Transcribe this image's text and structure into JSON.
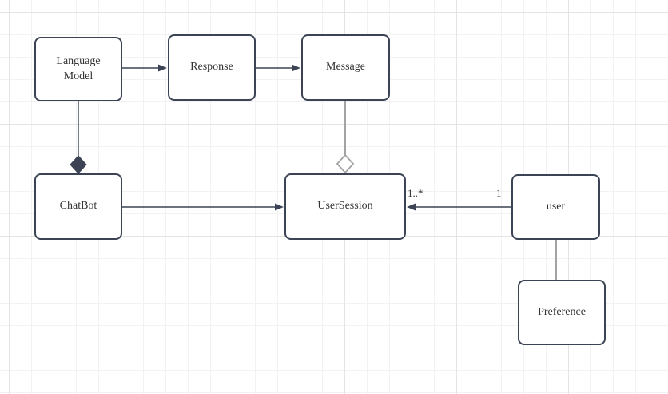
{
  "canvas": {
    "colors": {
      "background": "#ffffff",
      "grid_minor": "#f2f2f2",
      "grid_major": "#e4e4e4",
      "stroke_dark": "#3b4354",
      "stroke_gray": "#a3a3a3",
      "node_fill": "#ffffff",
      "text": "#333333"
    }
  },
  "diagram": {
    "type": "uml-class-diagram",
    "nodes": [
      {
        "label": "Language Model"
      },
      {
        "label": "Response"
      },
      {
        "label": "Message"
      },
      {
        "label": "ChatBot"
      },
      {
        "label": "UserSession"
      },
      {
        "label": "user"
      },
      {
        "label": "Preference"
      }
    ],
    "edges": [
      {
        "from": "Language Model",
        "to": "Response",
        "kind": "directed-arrow"
      },
      {
        "from": "Response",
        "to": "Message",
        "kind": "directed-arrow"
      },
      {
        "from": "Language Model",
        "to": "ChatBot",
        "kind": "composition-filled-diamond"
      },
      {
        "from": "ChatBot",
        "to": "UserSession",
        "kind": "directed-arrow"
      },
      {
        "from": "Message",
        "to": "UserSession",
        "kind": "aggregation-hollow-diamond"
      },
      {
        "from": "user",
        "to": "UserSession",
        "kind": "directed-arrow",
        "source_label": "1",
        "target_label": "1..*"
      },
      {
        "from": "user",
        "to": "Preference",
        "kind": "association-line"
      }
    ]
  }
}
